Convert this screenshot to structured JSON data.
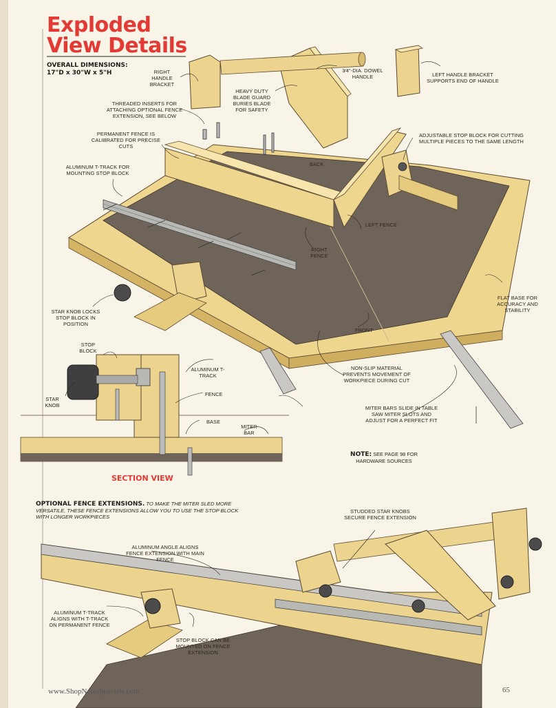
{
  "title": {
    "line1": "Exploded",
    "line2": "View Details"
  },
  "dimensions": {
    "heading": "OVERALL DIMENSIONS:",
    "value": "17\"D x 30\"W x 5\"H"
  },
  "labels": {
    "right_handle_bracket": "RIGHT HANDLE BRACKET",
    "dowel_handle": "3⁄4\"-DIA. DOWEL HANDLE",
    "left_handle_bracket": "LEFT HANDLE BRACKET SUPPORTS END OF HANDLE",
    "blade_guard": "HEAVY DUTY BLADE GUARD BURIES BLADE FOR SAFETY",
    "threaded_inserts": "THREADED INSERTS FOR ATTACHING OPTIONAL FENCE EXTENSION, SEE BELOW",
    "permanent_fence": "PERMANENT FENCE IS CALIBRATED FOR PRECISE CUTS",
    "stop_block_adj": "ADJUSTABLE STOP BLOCK FOR CUTTING MULTIPLE PIECES TO THE SAME LENGTH",
    "t_track": "ALUMINUM T-TRACK FOR MOUNTING STOP BLOCK",
    "back": "BACK",
    "left_fence": "LEFT FENCE",
    "right_fence": "RIGHT FENCE",
    "star_knob_locks": "STAR KNOB LOCKS STOP BLOCK IN POSITION",
    "flat_base": "FLAT BASE FOR ACCURACY AND STABILITY",
    "front": "FRONT",
    "non_slip": "NON-SLIP MATERIAL PREVENTS MOVEMENT OF WORKPIECE DURING CUT",
    "miter_bars": "MITER BARS SLIDE IN TABLE SAW MITER SLOTS AND ADJUST FOR A PERFECT FIT"
  },
  "section_view": {
    "title": "SECTION VIEW",
    "stop_block": "STOP BLOCK",
    "star_knob": "STAR KNOB",
    "t_track": "ALUMINUM T-TRACK",
    "fence": "FENCE",
    "base": "BASE",
    "miter_bar": "MITER BAR"
  },
  "note": {
    "label": "NOTE:",
    "text": "SEE PAGE 98 FOR HARDWARE SOURCES"
  },
  "optional": {
    "heading": "OPTIONAL FENCE EXTENSIONS.",
    "text": "TO MAKE THE MITER SLED MORE VERSATILE, THESE FENCE EXTENSIONS ALLOW YOU TO USE THE STOP BLOCK WITH LONGER WORKPIECES",
    "studded_knobs": "STUDDED STAR KNOBS SECURE FENCE EXTENSION",
    "aluminum_angle": "ALUMINUM ANGLE ALIGNS FENCE EXTENSION WITH MAIN FENCE",
    "t_track_aligns": "ALUMINUM T-TRACK ALIGNS WITH T-TRACK ON PERMANENT FENCE",
    "stop_block_mount": "STOP BLOCK CAN BE MOUNTED ON FENCE EXTENSION"
  },
  "footer": {
    "url": "www.ShopNotesSpecials.com",
    "page": "65"
  },
  "colors": {
    "title_red": "#e23a35",
    "wood": "#ecd38e",
    "wood_dark": "#d8b765",
    "mat": "#6b5f55",
    "paper": "#f8f4e8"
  }
}
